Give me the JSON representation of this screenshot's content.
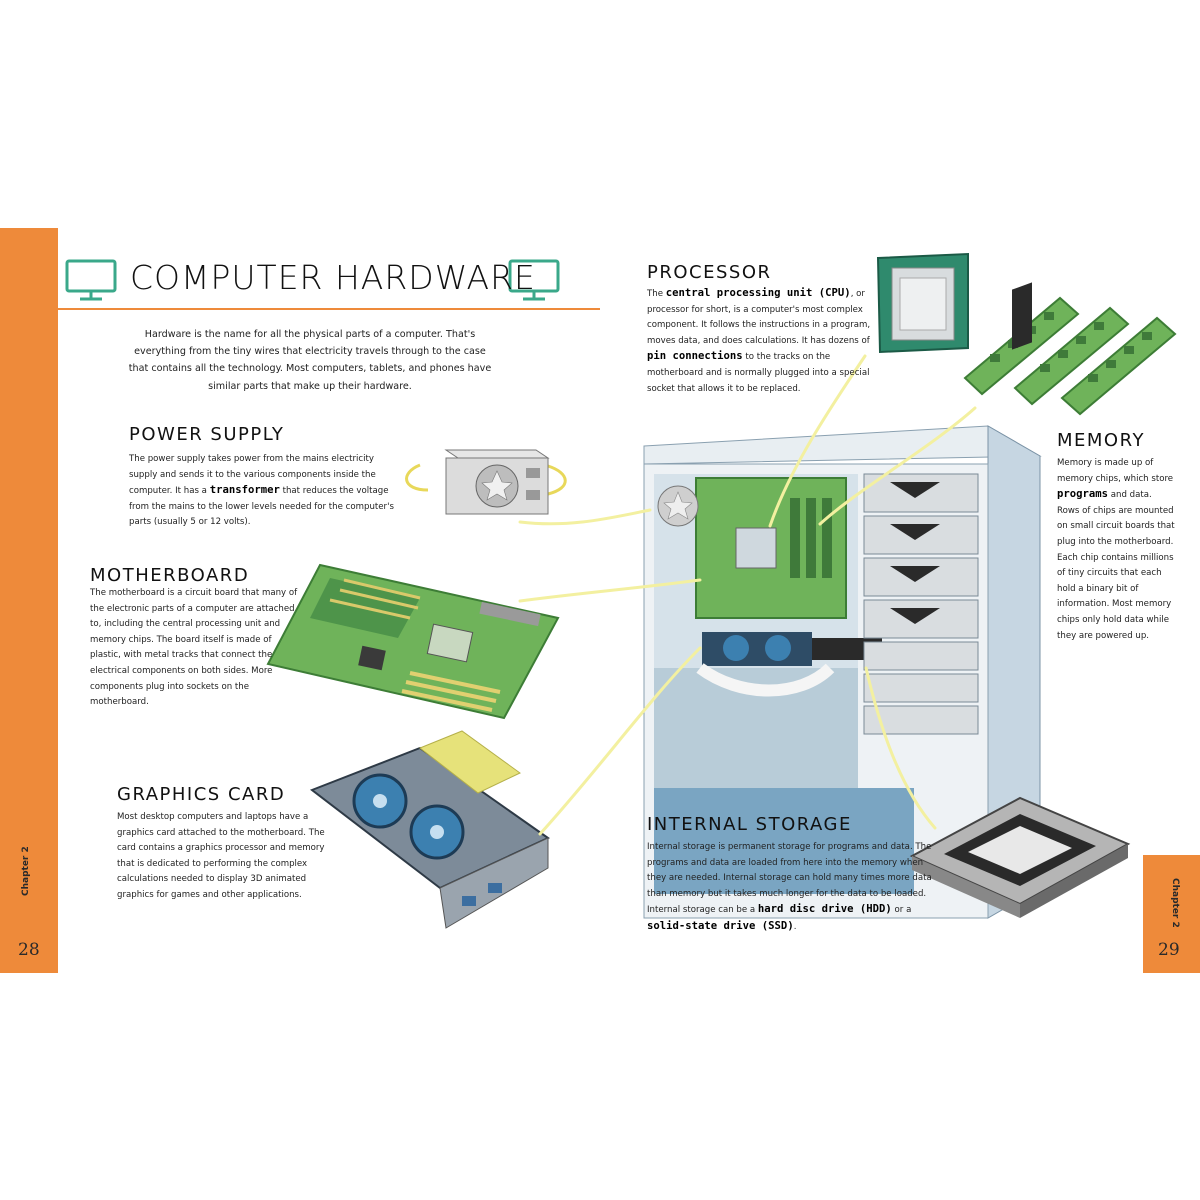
{
  "title": "COMPUTER HARDWARE",
  "intro": "Hardware is the name for all the physical parts of a computer. That's everything from the tiny wires that electricity travels through to the case that contains all the technology. Most computers, tablets, and phones have similar parts that make up their hardware.",
  "power_supply": {
    "heading": "POWER SUPPLY",
    "text_1": "The power supply takes power from the mains electricity supply and sends it to the various components inside the computer. It has a",
    "bold": "transformer",
    "text_2": "that reduces the voltage from the mains to the lower levels needed for the computer's parts (usually 5 or 12 volts)."
  },
  "motherboard": {
    "heading": "MOTHERBOARD",
    "text": "The motherboard is a circuit board that many of the electronic parts of a computer are attached to, including the central processing unit and memory chips. The board itself is made of plastic, with metal tracks that connect the electrical components on both sides. More components plug into sockets on the motherboard."
  },
  "graphics_card": {
    "heading": "GRAPHICS CARD",
    "text": "Most desktop computers and laptops have a graphics card attached to the motherboard. The card contains a graphics processor and memory that is dedicated to performing the complex calculations needed to display 3D animated graphics for games and other applications."
  },
  "processor": {
    "heading": "PROCESSOR",
    "text_1": "The",
    "bold_1": "central processing unit (CPU)",
    "text_2": ", or processor for short, is a computer's most complex component. It follows the instructions in a program, moves data, and does calculations. It has dozens of",
    "bold_2": "pin connections",
    "text_3": "to the tracks on the motherboard and is normally plugged into a special socket that allows it to be replaced."
  },
  "memory": {
    "heading": "MEMORY",
    "text_1": "Memory is made up of memory chips, which store",
    "bold": "programs",
    "text_2": "and data. Rows of chips are mounted on small circuit boards that plug into the motherboard. Each chip contains millions of tiny circuits that each hold a binary bit of information. Most memory chips only hold data while they are powered up."
  },
  "internal_storage": {
    "heading": "INTERNAL STORAGE",
    "text_1": "Internal storage is permanent storage for programs and data. The programs and data are loaded from here into the memory when they are needed. Internal storage can hold many times more data than memory but it takes much longer for the data to be loaded. Internal storage can be a",
    "bold_1": "hard disc drive (HDD)",
    "text_2": "or a",
    "bold_2": "solid-state drive (SSD)",
    "text_3": "."
  },
  "footer": {
    "left_chapter": "Chapter 2",
    "left_page": "28",
    "right_chapter": "Chapter 2",
    "right_page": "29"
  },
  "colors": {
    "accent_orange": "#ee8a3a",
    "board_green": "#6fb35a",
    "case_blue": "#a9c4d6",
    "arrow_yellow": "#f3f0a0",
    "monitor_icon": "#3aa88a"
  },
  "icons": [
    "monitor-icon-left",
    "monitor-icon-right"
  ]
}
